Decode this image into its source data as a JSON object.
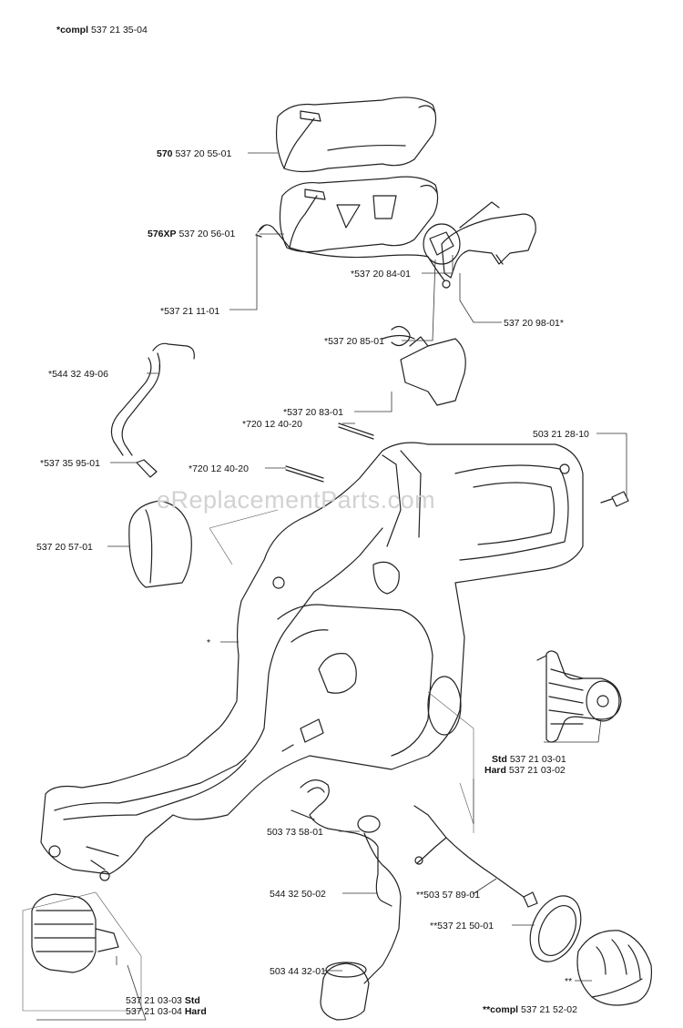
{
  "header": {
    "prefix": "*compl",
    "part": "537 21 35-04"
  },
  "watermark": "eReplacementParts.com",
  "labels": {
    "cover570_model": "570",
    "cover570_part": "537 20 55-01",
    "cover576_model": "576XP",
    "cover576_part": "537 20 56-01",
    "p5372084": "*537 20 84-01",
    "p5372111": "*537 21 11-01",
    "p5372098": "537 20 98-01*",
    "p5372085": "*537 20 85-01",
    "p5443249": "*544 32 49-06",
    "p5372083": "*537 20 83-01",
    "p7201240a": "*720 12 40-20",
    "p5032128": "503 21 28-10",
    "p5373595": "*537 35 95-01",
    "p7201240b": "*720 12 40-20",
    "p5372057": "537 20 57-01",
    "star": "*",
    "std_label": "Std",
    "std_part": "537 21 03-01",
    "hard_label": "Hard",
    "hard_part": "537 21 03-02",
    "p5037358": "503 73 58-01",
    "p5443250": "544 32 50-02",
    "p5035789": "**503 57 89-01",
    "p5034432": "503 44 32-01",
    "p5372150": "**537 21 50-01",
    "dstar": "**",
    "p5372103_03_part": "537 21 03-03",
    "p5372103_03_label": "Std",
    "p5372103_04_part": "537 21 03-04",
    "p5372103_04_label": "Hard",
    "compl_prefix": "**compl",
    "compl_part": "537 21 52-02"
  }
}
